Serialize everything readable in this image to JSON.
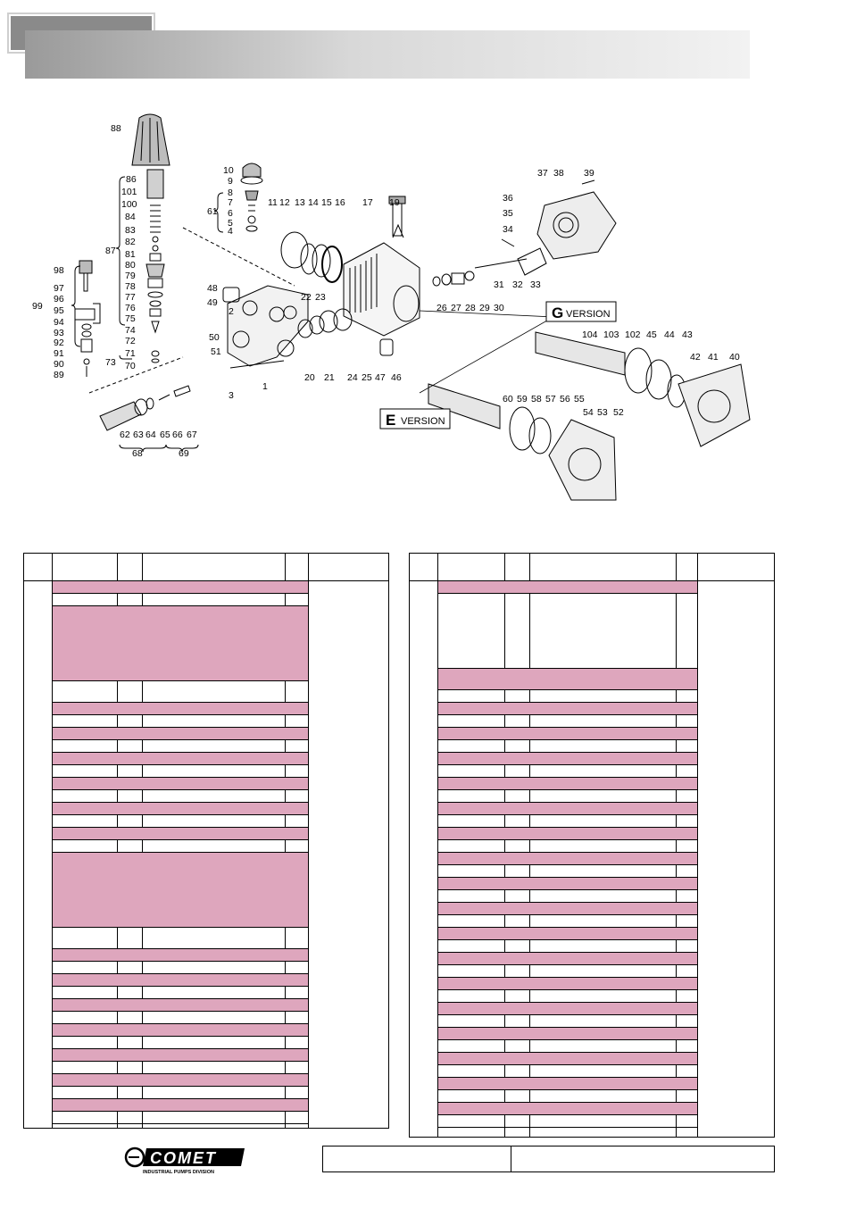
{
  "diagram": {
    "callouts": [
      "88",
      "86",
      "101",
      "100",
      "84",
      "83",
      "82",
      "87",
      "81",
      "80",
      "79",
      "78",
      "77",
      "76",
      "75",
      "74",
      "72",
      "73",
      "71",
      "70",
      "98",
      "97",
      "96",
      "99",
      "95",
      "94",
      "93",
      "92",
      "91",
      "90",
      "89",
      "10",
      "9",
      "8",
      "7",
      "61",
      "6",
      "5",
      "4",
      "48",
      "49",
      "2",
      "50",
      "51",
      "3",
      "1",
      "11",
      "12",
      "13",
      "14",
      "15",
      "16",
      "17",
      "19",
      "22",
      "23",
      "20",
      "21",
      "24",
      "25",
      "47",
      "46",
      "37",
      "38",
      "39",
      "36",
      "35",
      "34",
      "31",
      "32",
      "33",
      "26",
      "27",
      "28",
      "29",
      "30",
      "104",
      "103",
      "102",
      "45",
      "44",
      "43",
      "42",
      "41",
      "40",
      "60",
      "59",
      "58",
      "57",
      "56",
      "55",
      "54",
      "53",
      "52",
      "62",
      "63",
      "64",
      "65",
      "66",
      "67",
      "68",
      "69"
    ],
    "version_g_letter": "G",
    "version_e_letter": "E",
    "version_word": "VERSION"
  },
  "logo": {
    "name": "COMET",
    "tagline": "INDUSTRIAL PUMPS DIVISION"
  }
}
